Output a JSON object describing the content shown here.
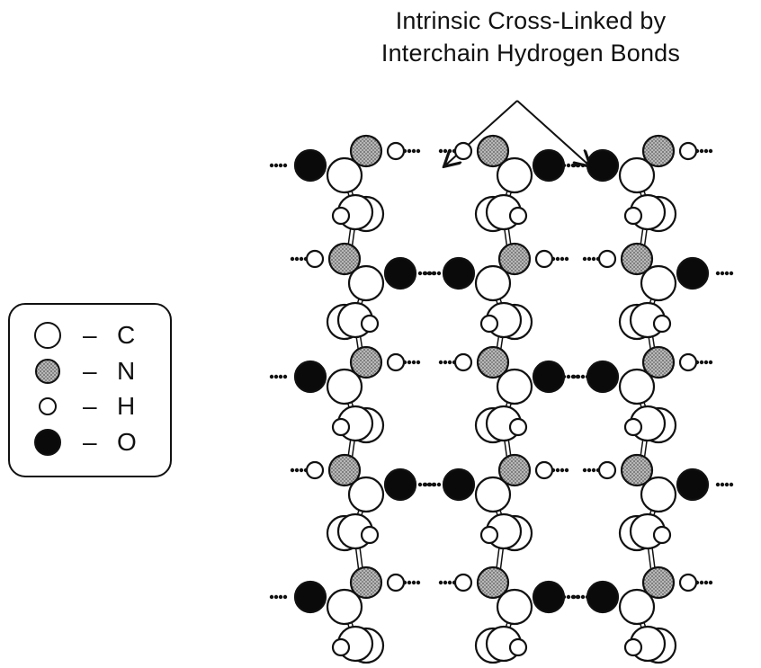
{
  "title": {
    "line1": "Intrinsic Cross-Linked by",
    "line2": "Interchain Hydrogen Bonds"
  },
  "legend": {
    "items": [
      {
        "symbol": "large-white-circle",
        "dash": "–",
        "label": "C"
      },
      {
        "symbol": "gray-stippled-circle",
        "dash": "–",
        "label": "N"
      },
      {
        "symbol": "small-white-circle",
        "dash": "–",
        "label": "H"
      },
      {
        "symbol": "black-circle",
        "dash": "–",
        "label": "O"
      }
    ]
  },
  "colors": {
    "carbon": "#ffffff",
    "nitrogen": "#9a9a9a",
    "hydrogen": "#ffffff",
    "oxygen": "#0a0a0a",
    "outline": "#111111"
  }
}
